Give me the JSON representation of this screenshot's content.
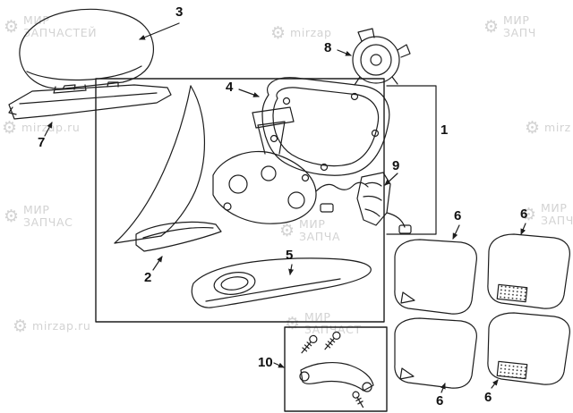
{
  "colors": {
    "background": "#ffffff",
    "line": "#1d1d1d",
    "watermark": "#d3d3d3"
  },
  "callouts": {
    "c1": "1",
    "c2": "2",
    "c3": "3",
    "c4": "4",
    "c5": "5",
    "c6a": "6",
    "c6b": "6",
    "c6c": "6",
    "c6d": "6",
    "c7": "7",
    "c8": "8",
    "c9": "9",
    "c10": "10"
  },
  "watermarks": {
    "items": [
      {
        "l1": "МИР",
        "l2": "ЗАПЧАСТЕЙ"
      },
      {
        "l1": "mirzap",
        "l2": ""
      },
      {
        "l1": "МИР",
        "l2": "ЗАПЧ"
      },
      {
        "l1": "mirzap.ru",
        "l2": ""
      },
      {
        "l1": "mirz",
        "l2": ""
      },
      {
        "l1": "МИР",
        "l2": "ЗАПЧАС"
      },
      {
        "l1": "МИР",
        "l2": "ЗАПЧ"
      },
      {
        "l1": "mirzap.ru",
        "l2": ""
      },
      {
        "l1": "МИР",
        "l2": "ЗАПЧАСТ"
      },
      {
        "l1": "МИР",
        "l2": "ЗАПЧА"
      }
    ]
  }
}
